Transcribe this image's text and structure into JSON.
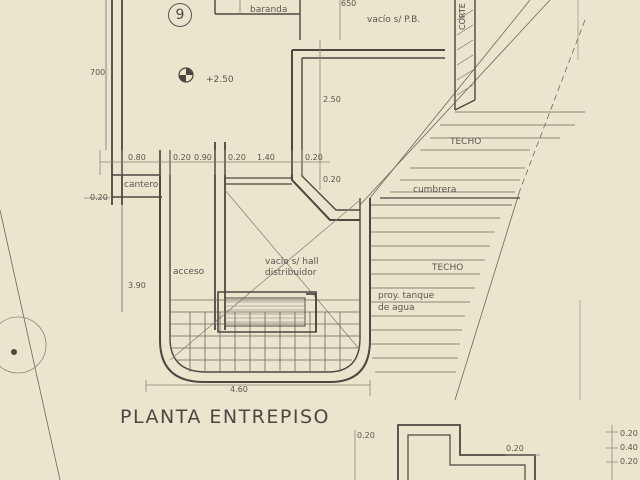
{
  "sheet": {
    "title": "PLANTA ENTREPISO",
    "room_number": "9",
    "level_mark": "+2.50",
    "notes": {
      "baranda": "baranda",
      "vacio_pb": "vacío s/ P.B.",
      "techo_1": "TECHO",
      "cumbrera": "cumbrera",
      "techo_2": "TECHO",
      "hall_line1": "vacío s/ hall",
      "hall_line2": "distribuidor",
      "acceso": "acceso",
      "tanque_line1": "proy. tanque",
      "tanque_line2": "de agua",
      "cantero": "cantero",
      "corte": "CORTE"
    },
    "dimensions": {
      "d700": "700",
      "d650": "650",
      "d080": "0.80",
      "d020_a": "0.20",
      "d090": "0.90",
      "d020_b": "0.20",
      "d140": "1.40",
      "d020_c": "0.20",
      "d250": "2.50",
      "d020_d": "0.20",
      "d020_left": "0.20",
      "d390": "3.90",
      "d460": "4.60",
      "d020_bottom": "0.20",
      "d020_br": "0.20",
      "d020_r1": "0.20",
      "d040_r": "0.40",
      "d020_r2": "0.20"
    }
  },
  "colors": {
    "paper": "#ebe5ce",
    "ink": "#4b4842",
    "light_ink": "#8a857a"
  }
}
